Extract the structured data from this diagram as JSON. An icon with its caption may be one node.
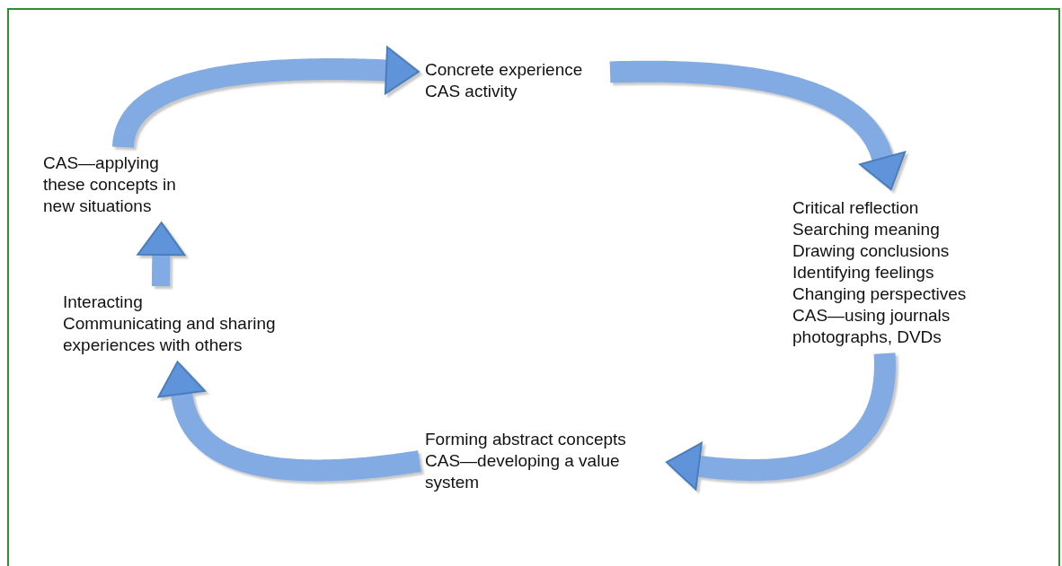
{
  "diagram": {
    "nodes": [
      {
        "text": [
          "Concrete experience CAS activity"
        ]
      },
      {
        "text": [
          "CAS—applying these concepts in new situations"
        ]
      },
      {
        "text": [
          "Critical reflection",
          "Searching meaning",
          "Drawing conclusions",
          "Identifying feelings",
          "Changing perspectives CAS—using journals photographs, DVDs"
        ]
      },
      {
        "text": [
          "Interacting",
          "Communicating and sharing experiences with others"
        ]
      },
      {
        "text": [
          "Forming abstract concepts CAS—developing a value system"
        ]
      }
    ],
    "edges": [
      {
        "from": 0,
        "to": 2,
        "arrow": "to"
      },
      {
        "from": 2,
        "to": 4,
        "arrow": "to"
      },
      {
        "from": 4,
        "to": 3,
        "arrow": "to"
      },
      {
        "from": 3,
        "to": 1,
        "arrow": "to"
      },
      {
        "from": 1,
        "to": 0,
        "arrow": "to"
      }
    ]
  }
}
